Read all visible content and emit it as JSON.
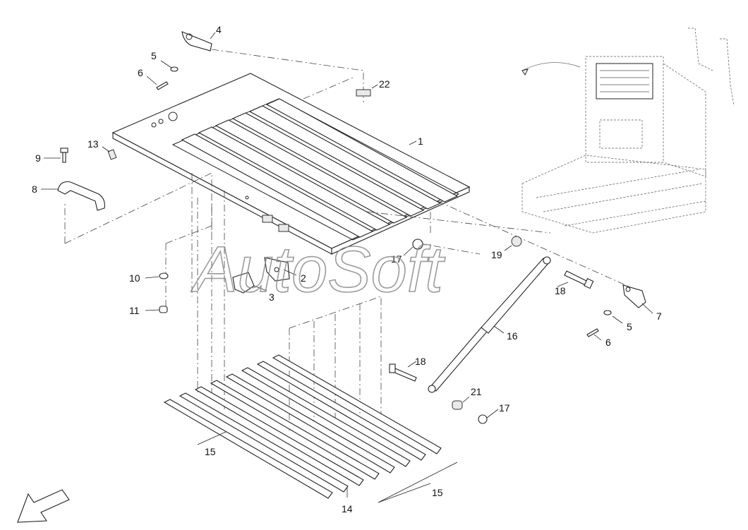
{
  "watermark": "AutoSoft",
  "callouts": [
    {
      "id": "c4",
      "text": "4"
    },
    {
      "id": "c5a",
      "text": "5"
    },
    {
      "id": "c6a",
      "text": "6"
    },
    {
      "id": "c22",
      "text": "22"
    },
    {
      "id": "c1",
      "text": "1"
    },
    {
      "id": "c9",
      "text": "9"
    },
    {
      "id": "c13",
      "text": "13"
    },
    {
      "id": "c8",
      "text": "8"
    },
    {
      "id": "c10",
      "text": "10"
    },
    {
      "id": "c11",
      "text": "11"
    },
    {
      "id": "c2",
      "text": "2"
    },
    {
      "id": "c3",
      "text": "3"
    },
    {
      "id": "c17a",
      "text": "17"
    },
    {
      "id": "c19",
      "text": "19"
    },
    {
      "id": "c18a",
      "text": "18"
    },
    {
      "id": "c7",
      "text": "7"
    },
    {
      "id": "c5b",
      "text": "5"
    },
    {
      "id": "c6b",
      "text": "6"
    },
    {
      "id": "c16",
      "text": "16"
    },
    {
      "id": "c18b",
      "text": "18"
    },
    {
      "id": "c21",
      "text": "21"
    },
    {
      "id": "c17b",
      "text": "17"
    },
    {
      "id": "c15a",
      "text": "15"
    },
    {
      "id": "c15b",
      "text": "15"
    },
    {
      "id": "c14",
      "text": "14"
    }
  ]
}
